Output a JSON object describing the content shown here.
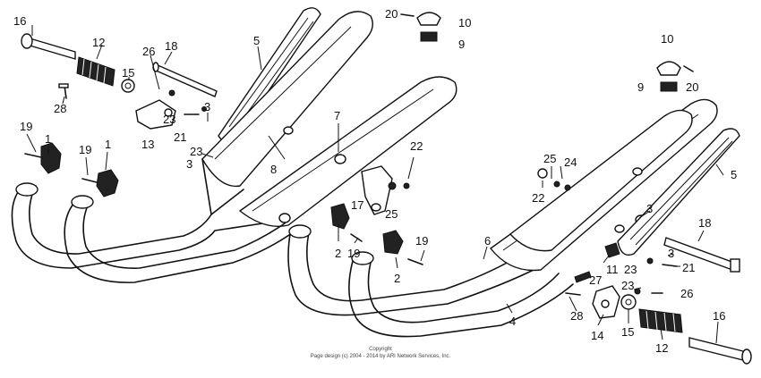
{
  "callouts": [
    {
      "id": "c16a",
      "text": "16"
    },
    {
      "id": "c12a",
      "text": "12"
    },
    {
      "id": "c15a",
      "text": "15"
    },
    {
      "id": "c26a",
      "text": "26"
    },
    {
      "id": "c18a",
      "text": "18"
    },
    {
      "id": "c5a",
      "text": "5"
    },
    {
      "id": "c28a",
      "text": "28"
    },
    {
      "id": "c3a",
      "text": "3"
    },
    {
      "id": "c23a",
      "text": "23"
    },
    {
      "id": "c21a",
      "text": "21"
    },
    {
      "id": "c23b",
      "text": "23"
    },
    {
      "id": "c13a",
      "text": "13"
    },
    {
      "id": "c3b",
      "text": "3"
    },
    {
      "id": "c8",
      "text": "8"
    },
    {
      "id": "c7",
      "text": "7"
    },
    {
      "id": "c19a",
      "text": "19"
    },
    {
      "id": "c1a",
      "text": "1"
    },
    {
      "id": "c19b",
      "text": "19"
    },
    {
      "id": "c1b",
      "text": "1"
    },
    {
      "id": "c20a",
      "text": "20"
    },
    {
      "id": "c10a",
      "text": "10"
    },
    {
      "id": "c9a",
      "text": "9"
    },
    {
      "id": "c22a",
      "text": "22"
    },
    {
      "id": "c17",
      "text": "17"
    },
    {
      "id": "c25a",
      "text": "25"
    },
    {
      "id": "c2a",
      "text": "2"
    },
    {
      "id": "c19c",
      "text": "19"
    },
    {
      "id": "c19d",
      "text": "19"
    },
    {
      "id": "c2b",
      "text": "2"
    },
    {
      "id": "c6",
      "text": "6"
    },
    {
      "id": "c4",
      "text": "4"
    },
    {
      "id": "c10b",
      "text": "10"
    },
    {
      "id": "c9b",
      "text": "9"
    },
    {
      "id": "c20b",
      "text": "20"
    },
    {
      "id": "c25b",
      "text": "25"
    },
    {
      "id": "c24",
      "text": "24"
    },
    {
      "id": "c22b",
      "text": "22"
    },
    {
      "id": "c5b",
      "text": "5"
    },
    {
      "id": "c3c",
      "text": "3"
    },
    {
      "id": "c18b",
      "text": "18"
    },
    {
      "id": "c11",
      "text": "11"
    },
    {
      "id": "c23c",
      "text": "23"
    },
    {
      "id": "c3d",
      "text": "3"
    },
    {
      "id": "c21b",
      "text": "21"
    },
    {
      "id": "c27",
      "text": "27"
    },
    {
      "id": "c23d",
      "text": "23"
    },
    {
      "id": "c26b",
      "text": "26"
    },
    {
      "id": "c28b",
      "text": "28"
    },
    {
      "id": "c14",
      "text": "14"
    },
    {
      "id": "c15b",
      "text": "15"
    },
    {
      "id": "c12b",
      "text": "12"
    },
    {
      "id": "c16b",
      "text": "16"
    }
  ],
  "copyright": {
    "line1": "Copyright",
    "line2": "Page design (c) 2004 - 2014 by ARI Network Services, Inc."
  }
}
